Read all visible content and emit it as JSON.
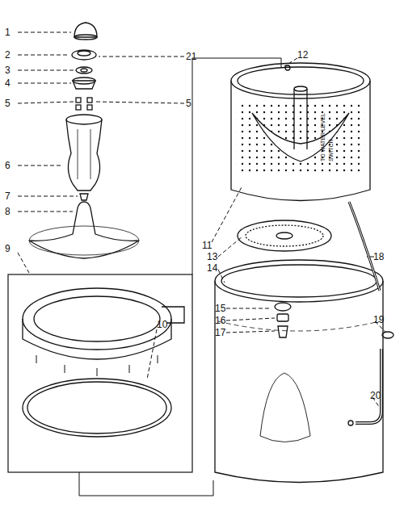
{
  "diagram": {
    "labels": [
      "1",
      "2",
      "21",
      "3",
      "4",
      "5",
      "5",
      "6",
      "7",
      "8",
      "9",
      "10",
      "11",
      "12",
      "13",
      "14",
      "15",
      "16",
      "17",
      "18",
      "19",
      "20",
      "TO WATER LEVEL SWITCH"
    ]
  }
}
